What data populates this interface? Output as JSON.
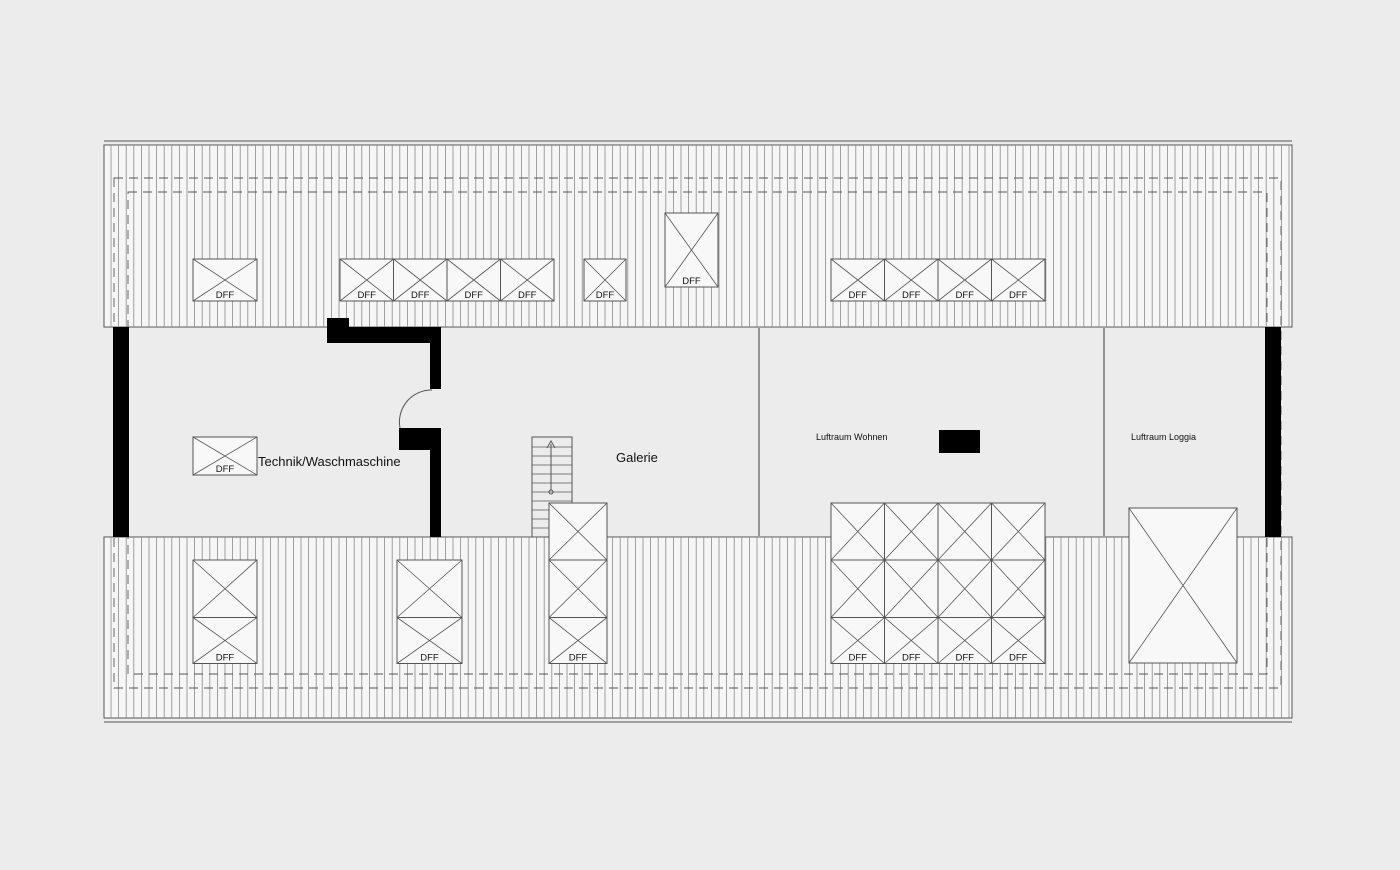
{
  "plan": {
    "background_color": "#ececec",
    "line_color": "#555555",
    "wall_color": "#000000",
    "rooms": {
      "technik": "Technik/Waschmaschine",
      "galerie": "Galerie",
      "luftraum_wohnen": "Luftraum Wohnen",
      "luftraum_loggia": "Luftraum Loggia"
    },
    "window_label": "DFF"
  }
}
